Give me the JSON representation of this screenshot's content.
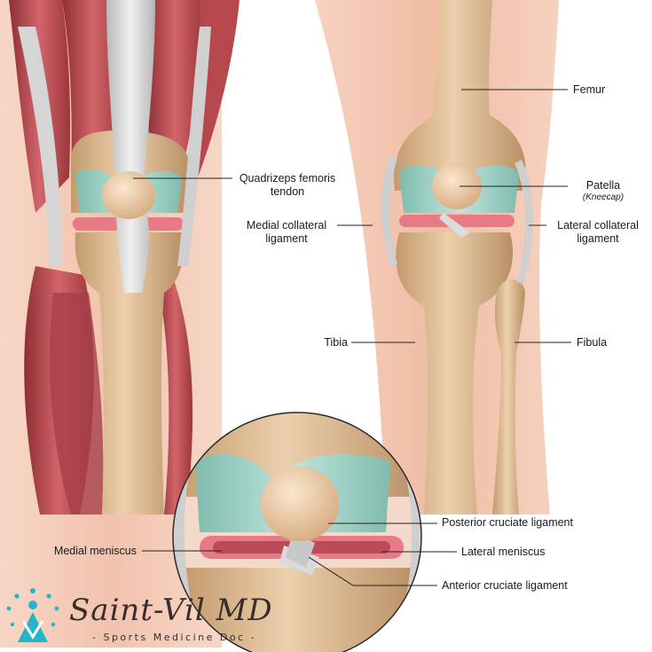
{
  "labels": {
    "femur": "Femur",
    "quadriceps_tendon_line1": "Quadrizeps femoris",
    "quadriceps_tendon_line2": "tendon",
    "patella": "Patella",
    "patella_note": "(Kneecap)",
    "medial_collateral_line1": "Medial collateral",
    "medial_collateral_line2": "ligament",
    "lateral_collateral_line1": "Lateral collateral",
    "lateral_collateral_line2": "ligament",
    "tibia": "Tibia",
    "fibula": "Fibula",
    "posterior_cruciate": "Posterior cruciate ligament",
    "medial_meniscus": "Medial meniscus",
    "lateral_meniscus": "Lateral meniscus",
    "anterior_cruciate": "Anterior cruciate ligament"
  },
  "logo": {
    "signature": "Saint-Vil MD",
    "tagline": "- Sports Medicine Doc -"
  },
  "colors": {
    "skin": "#f2c3ad",
    "muscle": "#c0484e",
    "bone": "#e3c19a",
    "cartilage": "#a8d6cc",
    "meniscus": "#e77a84",
    "ligament": "#d9d9d9",
    "logo_accent": "#25b5c9"
  }
}
